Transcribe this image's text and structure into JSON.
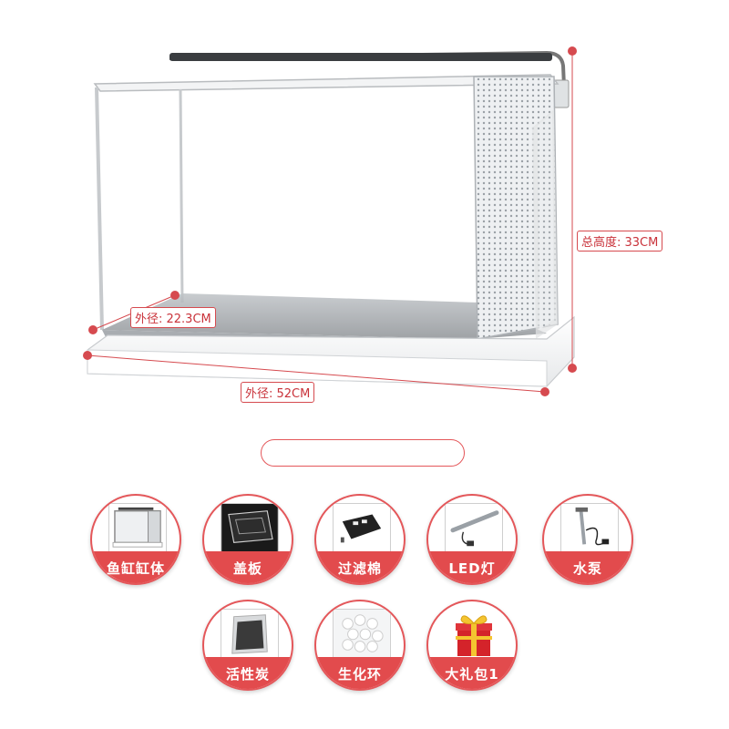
{
  "dimensions": {
    "height_label": "总高度: 33CM",
    "depth_label": "外径: 22.3CM",
    "width_label": "外径: 52CM"
  },
  "colors": {
    "accent": "#e24b4d",
    "dim_marker": "#d64a4f"
  },
  "accessories": [
    {
      "label": "鱼缸缸体",
      "icon": "tank-body-icon"
    },
    {
      "label": "盖板",
      "icon": "cover-plate-icon"
    },
    {
      "label": "过滤棉",
      "icon": "filter-cotton-icon"
    },
    {
      "label": "LED灯",
      "icon": "led-light-icon"
    },
    {
      "label": "水泵",
      "icon": "water-pump-icon"
    },
    {
      "label": "活性炭",
      "icon": "activated-carbon-icon"
    },
    {
      "label": "生化环",
      "icon": "bio-ring-icon"
    },
    {
      "label": "大礼包1",
      "icon": "gift-box-icon"
    }
  ]
}
